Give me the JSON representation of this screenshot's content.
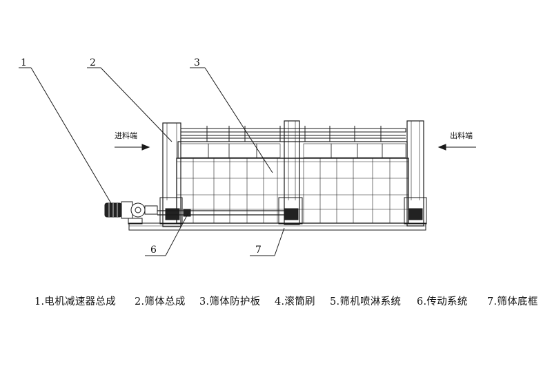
{
  "diagram": {
    "callouts": [
      "1",
      "2",
      "3",
      "6",
      "7"
    ],
    "inlet_label": "进料端",
    "outlet_label": "出料端",
    "legend": [
      "1.电机减速器总成",
      "2.筛体总成",
      "3.筛体防护板",
      "4.滚筒刷",
      "5.筛机喷淋系统",
      "6.传动系统",
      "7.筛体底框"
    ]
  },
  "colors": {
    "line": "#1a1a1a",
    "background": "#ffffff"
  }
}
